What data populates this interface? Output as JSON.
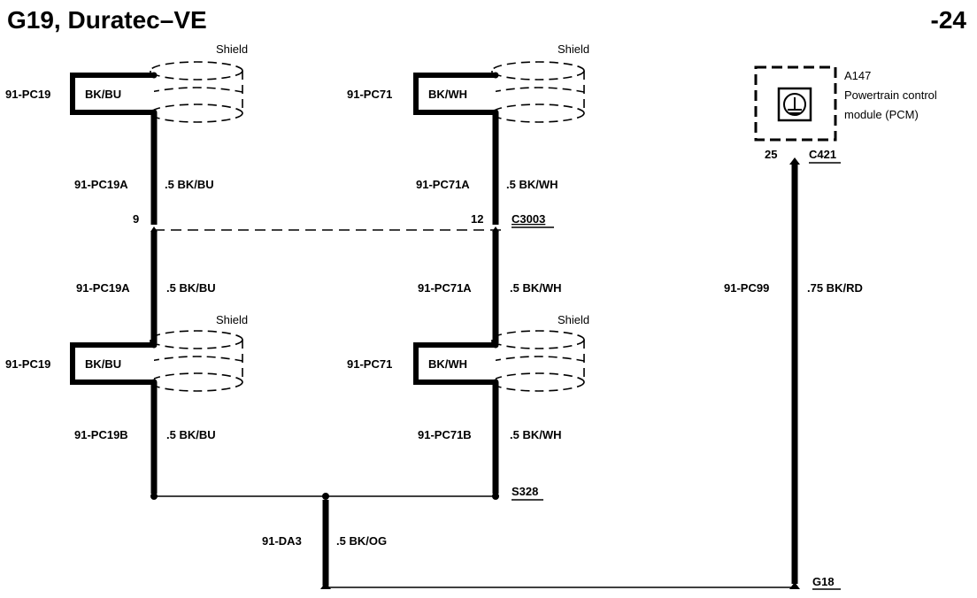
{
  "header": {
    "title": "G19, Duratec–VE",
    "page_suffix": "-24"
  },
  "shields": {
    "shield_tl": "Shield",
    "shield_tr": "Shield",
    "shield_bl": "Shield",
    "shield_br": "Shield"
  },
  "wires": {
    "top_left_id": "91-PC19",
    "top_left_color": "BK/BU",
    "top_right_id": "91-PC71",
    "top_right_color": "BK/WH",
    "upper_left_circuit": "91-PC19A",
    "upper_left_spec": ".5 BK/BU",
    "upper_right_circuit": "91-PC71A",
    "upper_right_spec": ".5 BK/WH",
    "mid_left_circuit": "91-PC19A",
    "mid_left_spec": ".5 BK/BU",
    "mid_right_circuit": "91-PC71A",
    "mid_right_spec": ".5 BK/WH",
    "bottom_left_id": "91-PC19",
    "bottom_left_color": "BK/BU",
    "bottom_right_id": "91-PC71",
    "bottom_right_color": "BK/WH",
    "lower_left_circuit": "91-PC19B",
    "lower_left_spec": ".5 BK/BU",
    "lower_right_circuit": "91-PC71B",
    "lower_right_spec": ".5 BK/WH",
    "drain_circuit": "91-DA3",
    "drain_spec": ".5 BK/OG",
    "pcm_circuit": "91-PC99",
    "pcm_spec": ".75 BK/RD"
  },
  "connectors": {
    "c3003_pin_left": "9",
    "c3003_pin_right": "12",
    "c3003_name": "C3003",
    "splice_name": "S328",
    "c421_pin": "25",
    "c421_name": "C421",
    "ground_name": "G18"
  },
  "module": {
    "id": "A147",
    "name_line1": "Powertrain control",
    "name_line2": "module (PCM)"
  }
}
